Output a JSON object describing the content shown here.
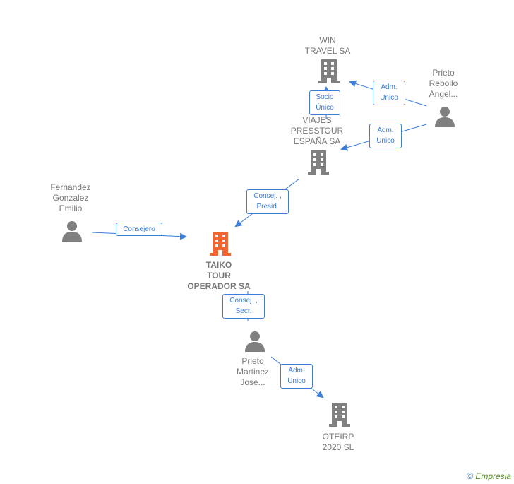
{
  "colors": {
    "edge": "#3b7dd8",
    "building": "#808080",
    "building_main": "#f26531",
    "person": "#808080",
    "text": "#777777",
    "brand_green": "#5a8e2c",
    "brand_blue": "#4a8bc2"
  },
  "nodes": {
    "win_travel": {
      "label": "WIN\nTRAVEL SA",
      "icon": "building-icon"
    },
    "viajes_presstour": {
      "label": "VIAJES\nPRESSTOUR\nESPAÑA SA",
      "icon": "building-icon"
    },
    "taiko": {
      "label": "TAIKO\nTOUR\nOPERADOR SA",
      "icon": "building-icon"
    },
    "oteirp": {
      "label": "OTEIRP\n2020  SL",
      "icon": "building-icon"
    },
    "prieto_rebollo": {
      "label": "Prieto\nRebollo\nAngel...",
      "icon": "person-icon"
    },
    "fernandez": {
      "label": "Fernandez\nGonzalez\nEmilio",
      "icon": "person-icon"
    },
    "prieto_martinez": {
      "label": "Prieto\nMartinez\nJose...",
      "icon": "person-icon"
    }
  },
  "edges": {
    "socio_unico": "Socio\nÚnico",
    "adm_unico_win": "Adm.\nUnico",
    "adm_unico_viajes": "Adm.\nUnico",
    "consej_presid": "Consej. ,\nPresid.",
    "consejero": "Consejero",
    "consej_secr": "Consej. ,\nSecr.",
    "adm_unico_oteirp": "Adm.\nUnico"
  },
  "brand": {
    "copyright": "©",
    "name": "Empresia"
  }
}
